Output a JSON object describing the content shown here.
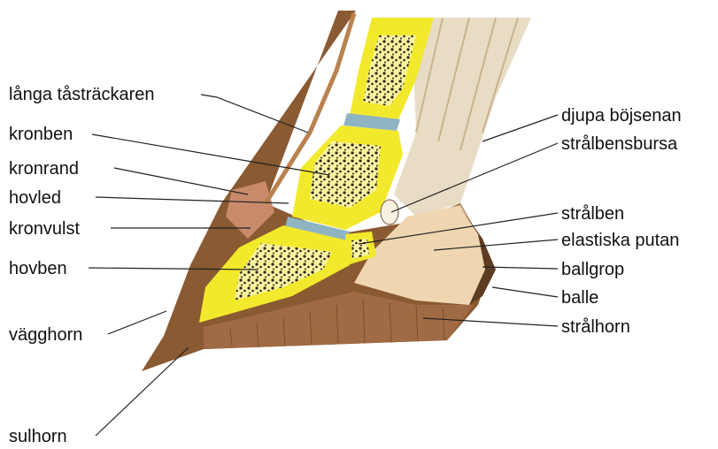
{
  "labels_left": [
    "långa tåsträckaren",
    "kronben",
    "kronrand",
    "hovled",
    "kronvulst",
    "hovben",
    "vägghorn",
    "sulhorn"
  ],
  "labels_right": [
    "djupa böjsenan",
    "strålbensbursa",
    "strålben",
    "elastiska putan",
    "ballgrop",
    "balle",
    "strålhorn"
  ],
  "colors": {
    "bone": "#f2e92c",
    "marrow": "#2a2418",
    "cartilage": "#8fb4c2",
    "wall": "#8a5a32",
    "sole": "#a06b44",
    "tendon": "#e9dcc4",
    "cushion": "#efd6b0",
    "skin": "#c98a6a"
  }
}
